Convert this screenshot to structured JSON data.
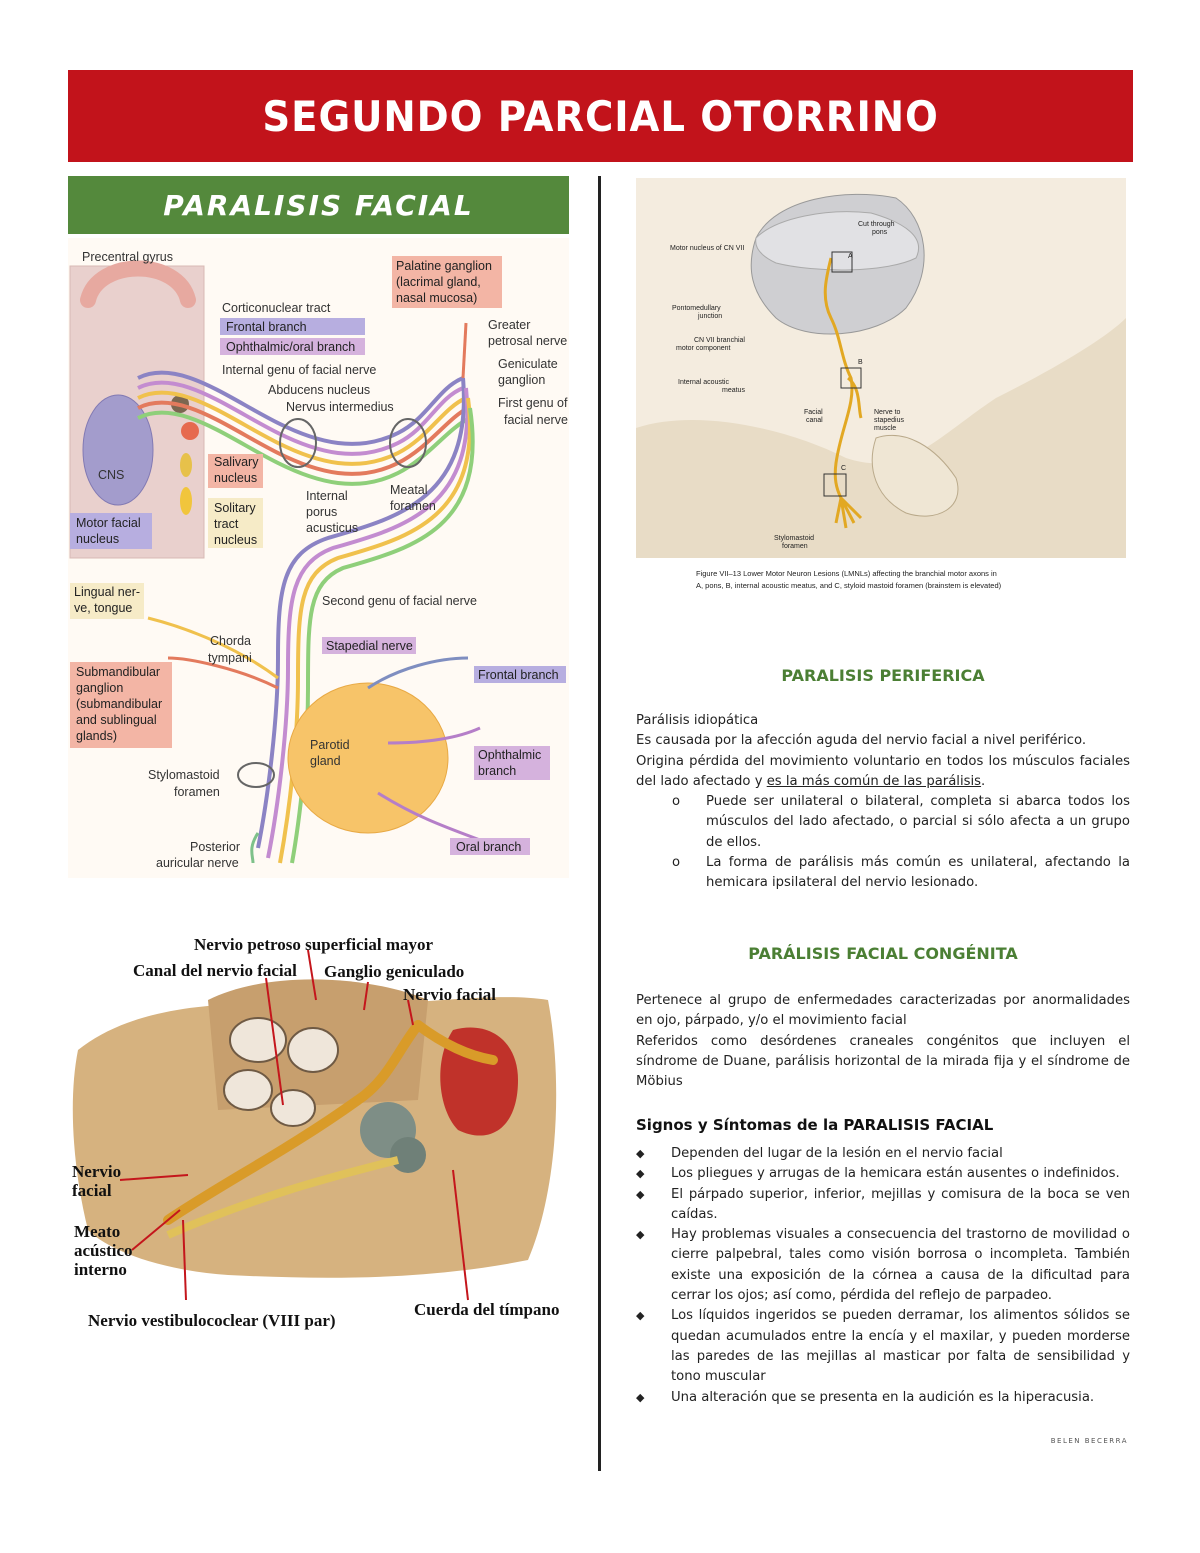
{
  "header": {
    "title": "SEGUNDO PARCIAL OTORRINO"
  },
  "left": {
    "section_title": "PARALISIS FACIAL",
    "figure1": {
      "labels": {
        "precentral_gyrus": "Precentral gyrus",
        "corticonuclear_tract": "Corticonuclear tract",
        "frontal_branch_top": "Frontal branch",
        "ophthalmic_oral_branch": "Ophthalmic/oral branch",
        "internal_genu": "Internal genu of facial nerve",
        "abducens_nucleus": "Abducens nucleus",
        "nervus_intermedius": "Nervus intermedius",
        "cns": "CNS",
        "salivary_nucleus_1": "Salivary",
        "salivary_nucleus_2": "nucleus",
        "solitary_tract_1": "Solitary",
        "solitary_tract_2": "tract",
        "solitary_tract_3": "nucleus",
        "motor_facial_1": "Motor facial",
        "motor_facial_2": "nucleus",
        "palatine_1": "Palatine ganglion",
        "palatine_2": "(lacrimal gland,",
        "palatine_3": "nasal mucosa)",
        "greater_petrosal_1": "Greater",
        "greater_petrosal_2": "petrosal nerve",
        "geniculate_1": "Geniculate",
        "geniculate_2": "ganglion",
        "first_genu_1": "First genu of",
        "first_genu_2": "facial nerve",
        "internal_porus_1": "Internal",
        "internal_porus_2": "porus",
        "internal_porus_3": "acusticus",
        "meatal_foramen_1": "Meatal",
        "meatal_foramen_2": "foramen",
        "lingual_1": "Lingual ner-",
        "lingual_2": "ve, tongue",
        "second_genu": "Second genu of facial nerve",
        "chorda_1": "Chorda",
        "chorda_2": "tympani",
        "stapedial_nerve": "Stapedial nerve",
        "submandibular_1": "Submandibular",
        "submandibular_2": "ganglion",
        "submandibular_3": "(submandibular",
        "submandibular_4": "and sublingual",
        "submandibular_5": "glands)",
        "frontal_branch_bottom": "Frontal branch",
        "parotid_1": "Parotid",
        "parotid_2": "gland",
        "ophthalmic_1": "Ophthalmic",
        "ophthalmic_2": "branch",
        "stylomastoid_1": "Stylomastoid",
        "stylomastoid_2": "foramen",
        "oral_branch": "Oral branch",
        "posterior_auricular_1": "Posterior",
        "posterior_auricular_2": "auricular nerve"
      }
    },
    "figure2": {
      "labels": {
        "petroso": "Nervio petroso superficial mayor",
        "canal": "Canal del nervio facial",
        "ganglio": "Ganglio geniculado",
        "nervio_facial_top": "Nervio facial",
        "nervio_facial_left_1": "Nervio",
        "nervio_facial_left_2": "facial",
        "meato_1": "Meato",
        "meato_2": "acústico",
        "meato_3": "interno",
        "vestibulococlear": "Nervio vestibulococlear (VIII par)",
        "cuerda": "Cuerda del tímpano"
      }
    }
  },
  "right": {
    "figure3": {
      "labels": {
        "cut_1": "Cut through",
        "cut_2": "pons",
        "motor_nucleus": "Motor nucleus of CN VII",
        "pontomedullary_1": "Pontomedullary",
        "pontomedullary_2": "junction",
        "cn7_1": "CN VII branchial",
        "cn7_2": "motor component",
        "internal_acoustic_1": "Internal acoustic",
        "internal_acoustic_2": "meatus",
        "facial_canal_1": "Facial",
        "facial_canal_2": "canal",
        "nerve_stapedius_1": "Nerve to",
        "nerve_stapedius_2": "stapedius",
        "nerve_stapedius_3": "muscle",
        "stylomastoid_1": "Stylomastoid",
        "stylomastoid_2": "foramen",
        "marker_a": "A",
        "marker_b": "B",
        "marker_c": "C",
        "caption_1": "Figure VII–13 Lower Motor Neuron Lesions (LMNLs) affecting the branchial motor axons in",
        "caption_2": "A, pons, B, internal acoustic meatus, and C, styloid mastoid foramen (brainstem is elevated)"
      }
    },
    "periferica": {
      "title": "PARALISIS PERIFERICA",
      "p1": "Parálisis idiopática",
      "p2": "Es causada por la afección aguda del nervio facial a nivel periférico.",
      "p3a": "Origina pérdida del movimiento voluntario en todos los músculos faciales del lado afectado y ",
      "p3b": "es la más común de las parálisis",
      "p3c": ".",
      "items": [
        "Puede ser unilateral o bilateral, completa si abarca todos los músculos del lado afectado, o parcial si sólo afecta a un grupo de ellos.",
        "La forma de parálisis más común es unilateral, afectando la hemicara ipsilateral del nervio lesionado."
      ],
      "marker": "o"
    },
    "congenita": {
      "title": "PARÁLISIS FACIAL CONGÉNITA",
      "p1": "Pertenece al grupo de enfermedades caracterizadas por anormalidades en ojo, párpado, y/o el movimiento facial",
      "p2": "Referidos como desórdenes craneales congénitos que incluyen el síndrome de Duane, parálisis horizontal de la mirada fija y el síndrome de Möbius"
    },
    "signos": {
      "title": "Signos y Síntomas de la PARALISIS FACIAL",
      "bullet": "◆",
      "items": [
        "Dependen del lugar de la lesión en el nervio facial",
        "Los pliegues y arrugas de la hemicara están ausentes o indefinidos.",
        "El párpado superior, inferior, mejillas y comisura de la boca se ven caídas.",
        "Hay problemas visuales a consecuencia del trastorno de movilidad o cierre palpebral, tales como visión borrosa o incompleta. También existe una exposición de la córnea a causa de la dificultad para cerrar los ojos; así como, pérdida del reflejo de parpadeo.",
        "Los líquidos ingeridos se pueden derramar, los alimentos sólidos se quedan acumulados entre la encía y el maxilar, y pueden morderse las paredes de las mejillas al masticar por falta de sensibilidad y tono muscular",
        "Una alteración que se presenta en la audición es la hiperacusia."
      ]
    },
    "footer": "BELEN BECERRA"
  },
  "colors": {
    "header_red": "#c2131b",
    "section_green": "#54893c",
    "title_green": "#4b7f34"
  }
}
